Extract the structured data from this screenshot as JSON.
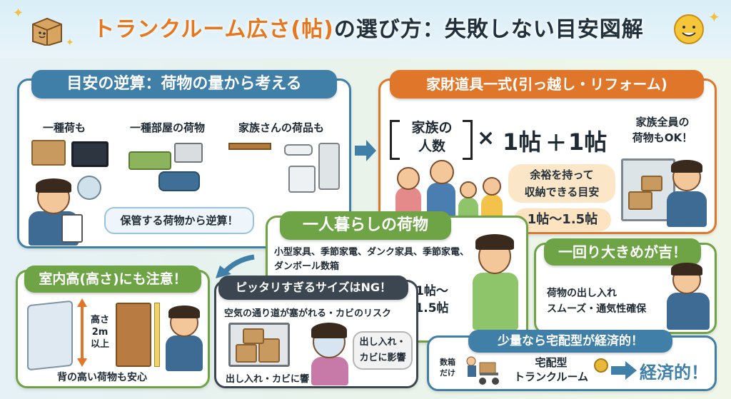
{
  "header": {
    "title_pre": "トランクルーム広さ(帖)",
    "title_post": "の選び方：失敗しない目安図解"
  },
  "sections": {
    "reverse": {
      "heading": "目安の逆算：荷物の量から考える",
      "labels": [
        "一種荷も",
        "一種部屋の荷物",
        "家族さんの荷品も"
      ],
      "bubble": "保管する荷物から逆算！"
    },
    "family": {
      "heading": "家財道具一式(引っ越し・リフォーム)",
      "formula_box": "家族の\n人数",
      "formula_rest": [
        "×",
        "1帖",
        "＋",
        "1帖"
      ],
      "note": "余裕を持って\n収納できる目安",
      "range": "1帖〜1.5帖",
      "bubble": "家族全員の\n荷物もOK！"
    },
    "single": {
      "heading": "一人暮らしの荷物",
      "items": "小型家具、季節家電、ダンク家具、季節家電、\nダンボール数箱",
      "range": "1帖〜\n1.5帖"
    },
    "bigger": {
      "heading": "一回り大きめが吉！",
      "text": "荷物の出し入れ\nスムーズ・通気性確保"
    },
    "ceiling": {
      "heading": "室内高(高さ)にも注意！",
      "height_label": "高さ\n2m\n以上",
      "caption": "背の高い荷物も安心"
    },
    "tight": {
      "heading": "ピッタリすぎるサイズはNG！",
      "subtitle": "空気の通り道が塞がれる・カビのリスク",
      "bubble": "出し入れ・\nカビに影響",
      "caption": "出し入れ・カビに響"
    },
    "delivery": {
      "heading": "少量なら宅配型が経済的！",
      "label_small": "数箱\nだけ",
      "service": "宅配型\nトランクルーム",
      "result": "経済的！"
    }
  },
  "icons": [
    "cardboard-box-icon",
    "sun-mascot-icon",
    "sparkle-icon",
    "arrow-right-icon",
    "arrow-down-left-icon"
  ],
  "colors": {
    "blue": "#3f7fa8",
    "orange": "#e0762a",
    "green": "#6ea446",
    "dark": "#3c4650",
    "accent": "#e5781f"
  }
}
